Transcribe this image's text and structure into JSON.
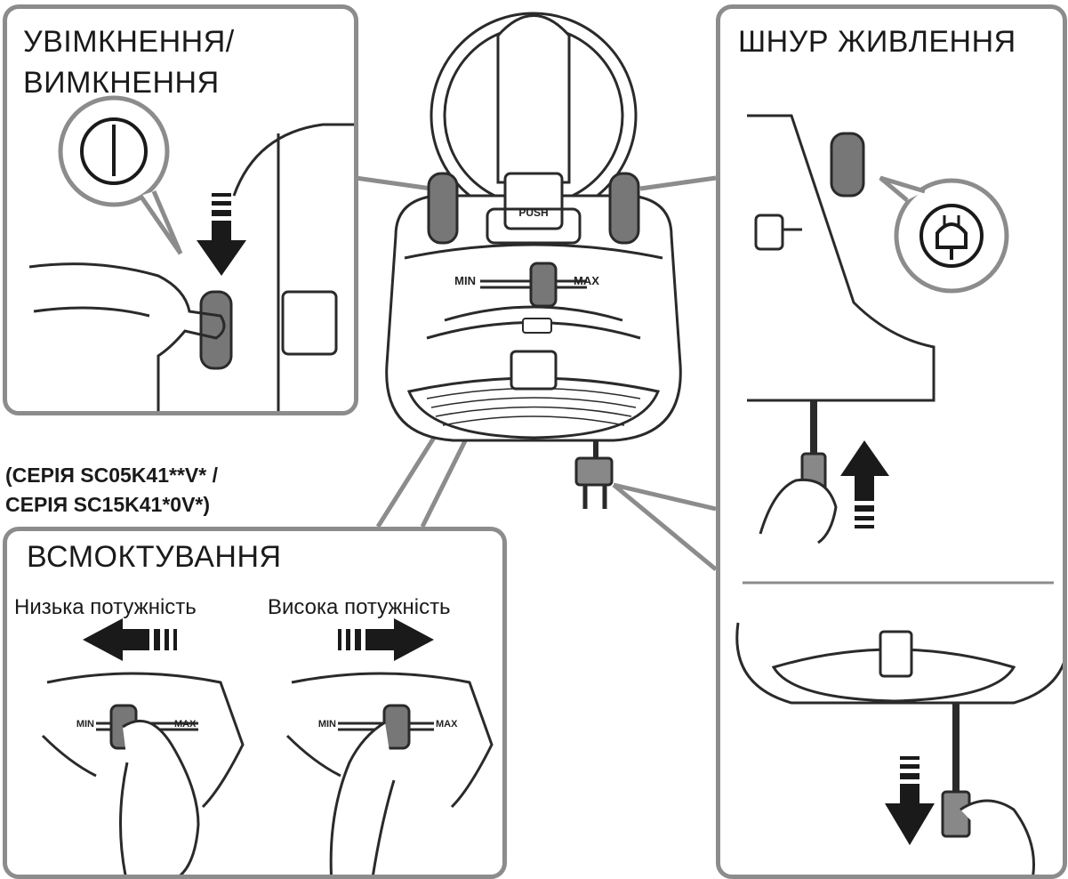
{
  "panels": {
    "power": {
      "title_line1": "УВІМКНЕННЯ/",
      "title_line2": "ВИМКНЕННЯ"
    },
    "cord": {
      "title": "ШНУР ЖИВЛЕННЯ"
    },
    "suction": {
      "title": "ВСМОКТУВАННЯ",
      "low_caption": "Низька потужність",
      "high_caption": "Висока потужність"
    }
  },
  "series_note": {
    "line1": "(СЕРІЯ SC05K41**V* /",
    "line2": "СЕРІЯ SC15K41*0V*)"
  },
  "device_labels": {
    "push": "PUSH",
    "min": "MIN",
    "max": "MAX"
  },
  "icons": [
    "power-icon",
    "plug-icon",
    "arrow-down-icon",
    "arrow-up-icon",
    "arrow-left-icon",
    "arrow-right-icon"
  ],
  "colors": {
    "frame": "#8c8c8c",
    "button": "#777777",
    "line": "#2a2a2a"
  }
}
